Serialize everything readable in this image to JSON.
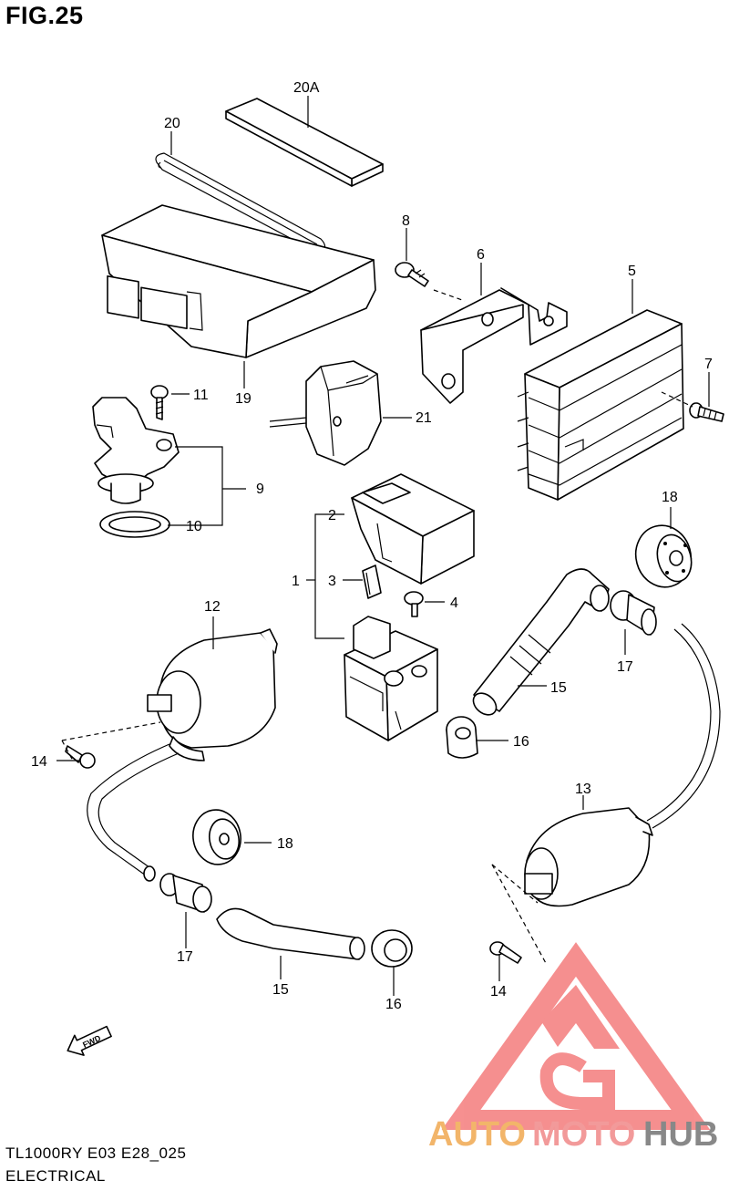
{
  "figure": {
    "title": "FIG.25",
    "model_code": "TL1000RY E03 E28_025",
    "section": "ELECTRICAL"
  },
  "callouts": [
    "20A",
    "20",
    "8",
    "6",
    "5",
    "7",
    "11",
    "21",
    "9",
    "10",
    "19",
    "18",
    "2",
    "1",
    "3",
    "4",
    "12",
    "17",
    "15",
    "16",
    "14",
    "13",
    "18",
    "17",
    "15",
    "16",
    "14"
  ],
  "fwd_label": "FWD",
  "watermark": {
    "text_auto": "AUTO",
    "text_moto": "MOTO",
    "text_hub": "HUB",
    "colors": {
      "auto": "#f2b56a",
      "moto": "#f29a9a",
      "hub": "#888888",
      "logo": "#f47c7c"
    }
  }
}
